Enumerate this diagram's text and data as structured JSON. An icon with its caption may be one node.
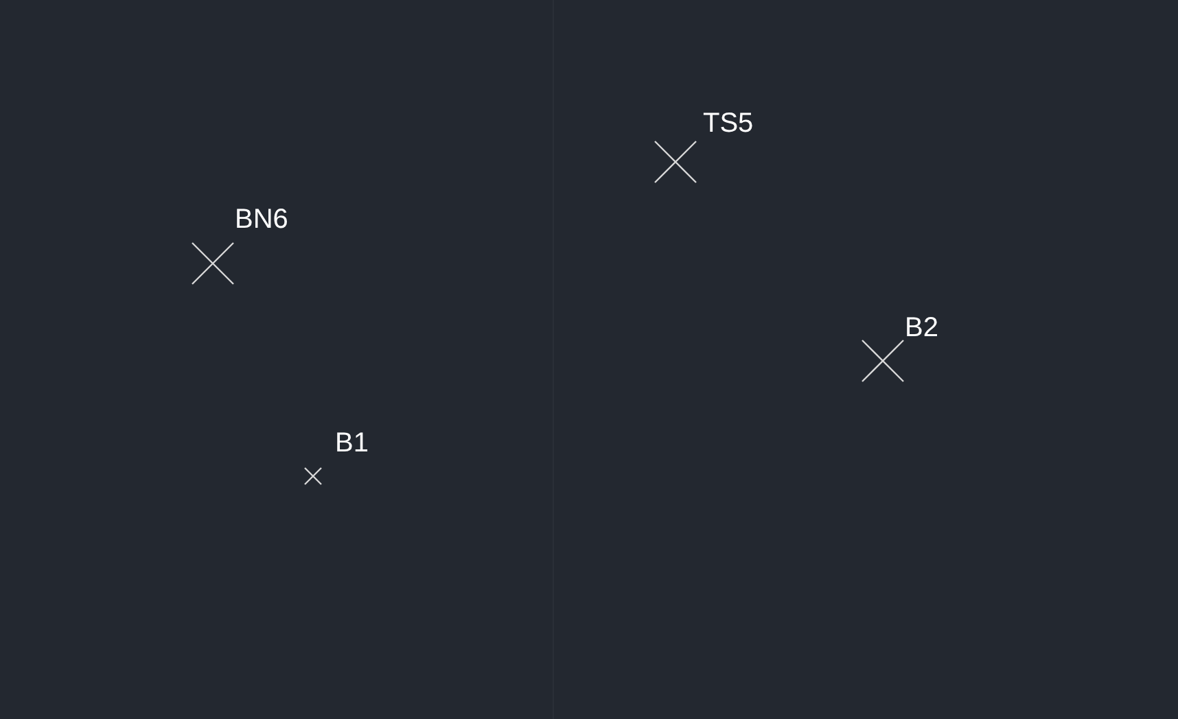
{
  "diagram": {
    "labels": [
      "TS5",
      "BN6",
      "B2",
      "B1"
    ]
  }
}
